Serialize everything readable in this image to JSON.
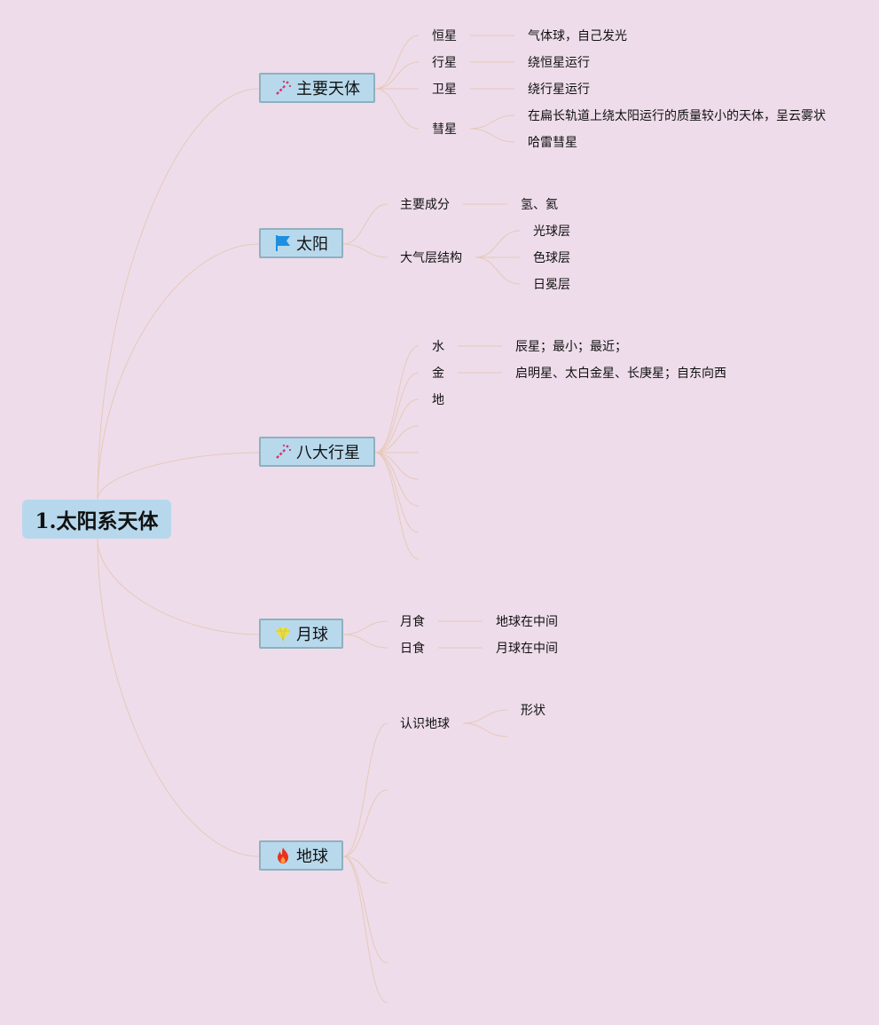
{
  "root": {
    "title": "1.太阳系天体"
  },
  "branches": {
    "bodies": {
      "title": "主要天体",
      "icon": "wand-sparkle-icon",
      "items": {
        "star": {
          "label": "恒星",
          "detail": "气体球，自己发光"
        },
        "planet": {
          "label": "行星",
          "detail": "绕恒星运行"
        },
        "satellite": {
          "label": "卫星",
          "detail": "绕行星运行"
        },
        "comet": {
          "label": "彗星",
          "detail": "在扁长轨道上绕太阳运行的质量较小的天体，呈云雾状",
          "example": "哈雷彗星"
        }
      }
    },
    "sun": {
      "title": "太阳",
      "icon": "blue-flag-icon",
      "composition": {
        "label": "主要成分",
        "detail": "氢、氦"
      },
      "atmosphere": {
        "label": "大气层结构",
        "layers": [
          "光球层",
          "色球层",
          "日冕层"
        ]
      }
    },
    "planets": {
      "title": "八大行星",
      "icon": "wand-sparkle-icon",
      "mercury": {
        "label": "水",
        "detail": "辰星；最小；最近；"
      },
      "venus": {
        "label": "金",
        "detail": "启明星、太白金星、长庚星；自东向西"
      },
      "earth": {
        "label": "地"
      }
    },
    "moon": {
      "title": "月球",
      "icon": "gem-icon",
      "lunar_eclipse": {
        "label": "月食",
        "detail": "地球在中间"
      },
      "solar_eclipse": {
        "label": "日食",
        "detail": "月球在中间"
      }
    },
    "earth": {
      "title": "地球",
      "icon": "fire-icon",
      "know": {
        "label": "认识地球",
        "detail": "形状"
      }
    }
  },
  "colors": {
    "background": "#eedcea",
    "node_fill": "#b8d9ec",
    "node_border": "#8fb0bd",
    "connector": "#e6c9b8",
    "wand": "#d6336c",
    "flag": "#1e8fe0",
    "gem": "#e9e04a",
    "fire": "#e8321e"
  }
}
